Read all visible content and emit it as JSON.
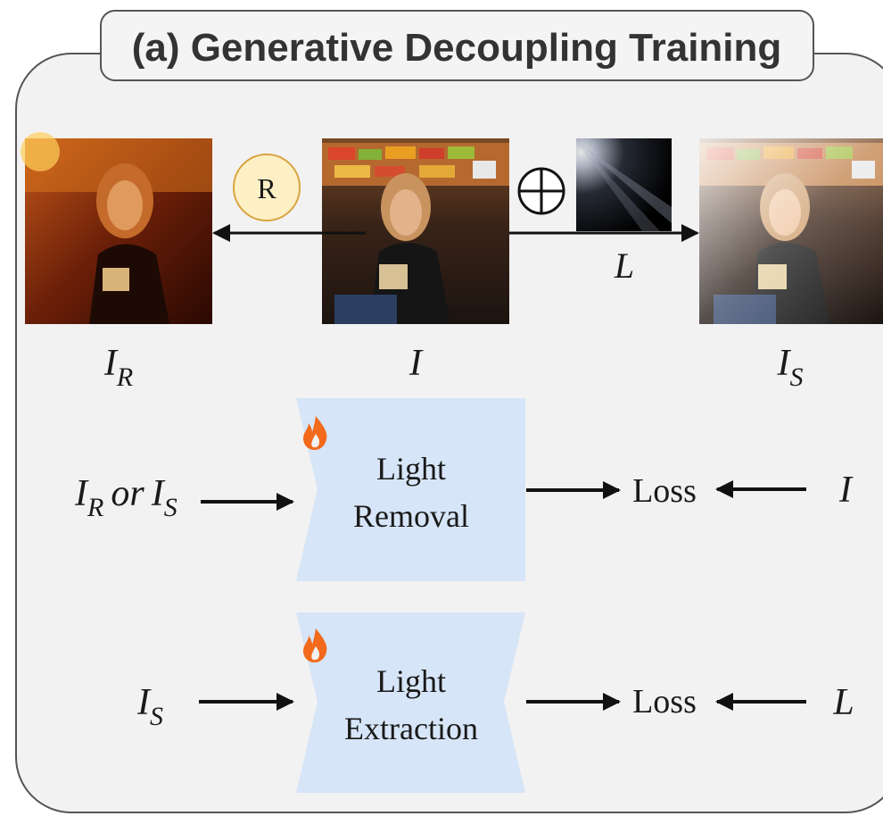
{
  "title": "(a) Generative Decoupling Training",
  "top_row": {
    "relight_badge": "R",
    "composite_symbol": "⊕",
    "light_label": "L",
    "image_labels": {
      "relit": {
        "base": "I",
        "sub": "R"
      },
      "input": {
        "base": "I",
        "sub": ""
      },
      "synthetic": {
        "base": "I",
        "sub": "S"
      }
    }
  },
  "modules": [
    {
      "name_line1": "Light",
      "name_line2": "Removal",
      "input": {
        "a_base": "I",
        "a_sub": "R",
        "connector": "or",
        "b_base": "I",
        "b_sub": "S"
      },
      "loss": "Loss",
      "target": "I"
    },
    {
      "name_line1": "Light",
      "name_line2": "Extraction",
      "input": {
        "a_base": "I",
        "a_sub": "S"
      },
      "loss": "Loss",
      "target": "L"
    }
  ],
  "colors": {
    "panel_bg": "#f2f2f2",
    "panel_border": "#555555",
    "module_fill": "#d6e5f7",
    "badge_fill": "#fdf0c4",
    "badge_border": "#d9a441",
    "flame": "#f26a1b"
  },
  "icons": [
    "flame-icon",
    "relight-badge",
    "direct-sum-icon",
    "arrow-icon"
  ]
}
